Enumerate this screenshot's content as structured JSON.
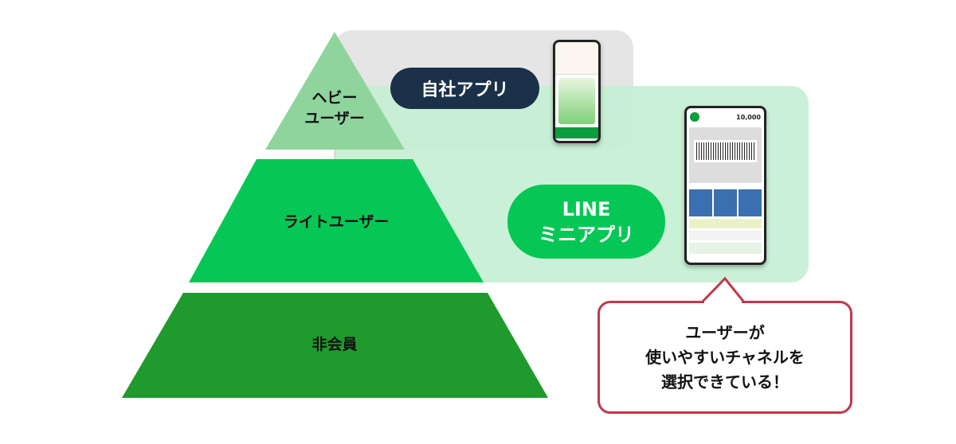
{
  "tiers": {
    "heavy": "ヘビー\nユーザー",
    "heavy_line1": "ヘビー",
    "heavy_line2": "ユーザー",
    "light": "ライトユーザー",
    "non_member": "非会員"
  },
  "channels": {
    "own_app": "自社アプリ",
    "line_line1": "LINE",
    "line_line2": "ミニアプリ"
  },
  "callout": {
    "line1": "ユーザーが",
    "line2": "使いやすいチャネルを",
    "line3": "選択できている！"
  },
  "phone_line": {
    "points": "10,000"
  },
  "colors": {
    "heavy": "#8fd49c",
    "light": "#06c755",
    "non_member": "#1f9a2c",
    "own_app_bg": "#e5e5e5",
    "line_bg": "#c6f0d4",
    "own_app_pill": "#1b3049",
    "line_pill": "#06c755",
    "callout_border": "#c0394b"
  }
}
